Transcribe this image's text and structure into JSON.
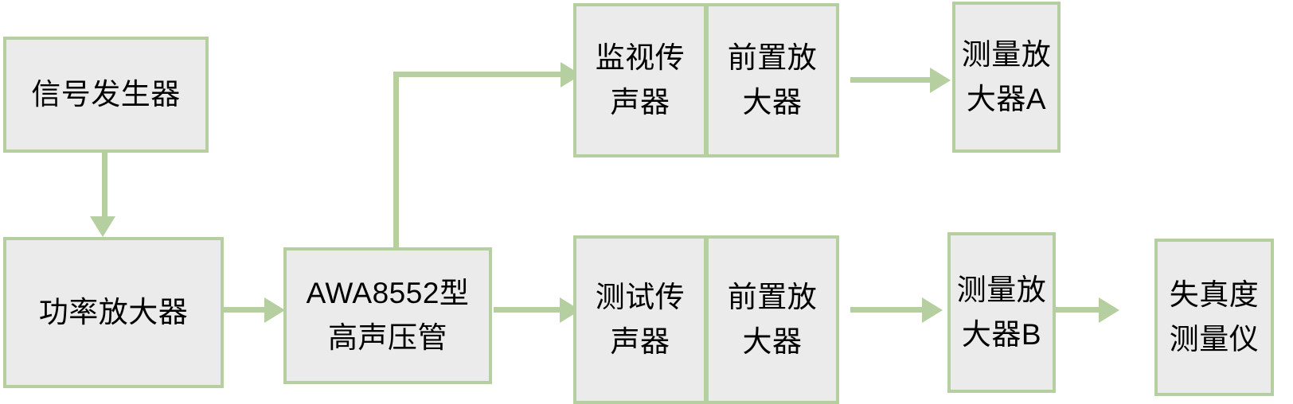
{
  "diagram": {
    "type": "block-flow-diagram",
    "accent_color": "#b5cfa0",
    "node_fill_color": "#ebebeb",
    "text_color": "#000000",
    "nodes": [
      {
        "id": "signal-generator",
        "label_line1": "信号发生器",
        "label_line2": ""
      },
      {
        "id": "power-amplifier",
        "label_line1": "功率放大器",
        "label_line2": ""
      },
      {
        "id": "awa8552-tube",
        "label_line1": "AWA8552型",
        "label_line2": "高声压管"
      },
      {
        "id": "monitor-microphone",
        "label_line1": "监视传",
        "label_line2": "声器"
      },
      {
        "id": "preamplifier-top",
        "label_line1": "前置放",
        "label_line2": "大器"
      },
      {
        "id": "measuring-amplifier-a",
        "label_line1": "测量放",
        "label_line2": "大器A"
      },
      {
        "id": "test-microphone",
        "label_line1": "测试传",
        "label_line2": "声器"
      },
      {
        "id": "preamplifier-bottom",
        "label_line1": "前置放",
        "label_line2": "大器"
      },
      {
        "id": "measuring-amplifier-b",
        "label_line1": "测量放",
        "label_line2": "大器B"
      },
      {
        "id": "distortion-meter",
        "label_line1": "失真度",
        "label_line2": "测量仪"
      }
    ],
    "connectors": [
      {
        "id": "signal-generator-to-power-amplifier",
        "kind": "arrow-down"
      },
      {
        "id": "power-amplifier-to-awa8552",
        "kind": "arrow-right"
      },
      {
        "id": "awa8552-to-monitor-microphone",
        "kind": "elbow-up-right-arrow"
      },
      {
        "id": "awa8552-to-test-microphone",
        "kind": "arrow-right"
      },
      {
        "id": "preamp-top-to-measuring-amplifier-a",
        "kind": "arrow-right"
      },
      {
        "id": "preamp-bottom-to-measuring-amplifier-b",
        "kind": "arrow-right"
      },
      {
        "id": "measuring-amplifier-b-to-distortion-meter",
        "kind": "arrow-right"
      }
    ]
  }
}
